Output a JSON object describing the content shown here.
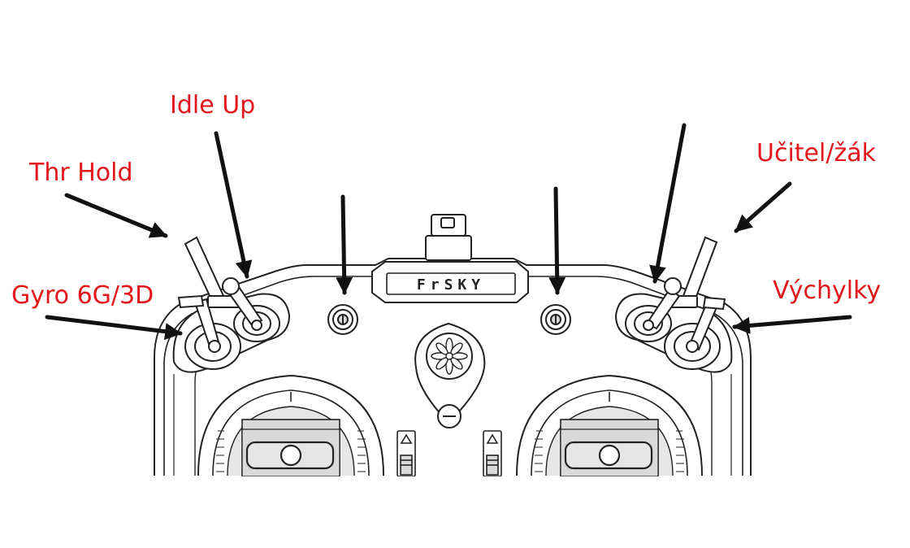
{
  "labels": {
    "idle_up": "Idle Up",
    "thr_hold": "Thr Hold",
    "gyro": "Gyro 6G/3D",
    "ucitel": "Učitel/žák",
    "vychylky": "Výchylky"
  },
  "device": {
    "brand": "FrSKY"
  },
  "colors": {
    "label": "#e3161b",
    "stroke": "#222222",
    "fill": "#ffffff",
    "shade": "#d9d9d9",
    "arrow": "#111111"
  },
  "icons": {
    "arrow": "arrow-icon",
    "switch": "toggle-switch-icon",
    "knob": "rotary-knob-icon",
    "gimbal": "gimbal-stick-icon",
    "trim": "trim-slider-icon"
  }
}
